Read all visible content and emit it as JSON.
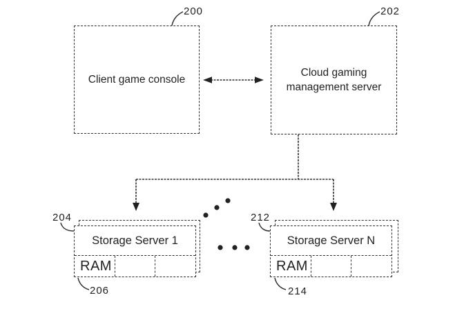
{
  "figure": {
    "line_color": "#2e2e2e",
    "background": "#ffffff",
    "nodes": {
      "client_console": {
        "label": "Client game console",
        "ref": "200"
      },
      "management_server": {
        "label_line1": "Cloud gaming",
        "label_line2": "management server",
        "ref": "202"
      },
      "storage_server_1": {
        "label": "Storage Server 1",
        "ref": "204",
        "ram_label": "RAM",
        "ram_ref": "206"
      },
      "storage_server_n": {
        "label": "Storage Server N",
        "ref": "212",
        "ram_label": "RAM",
        "ram_ref": "214"
      }
    }
  }
}
